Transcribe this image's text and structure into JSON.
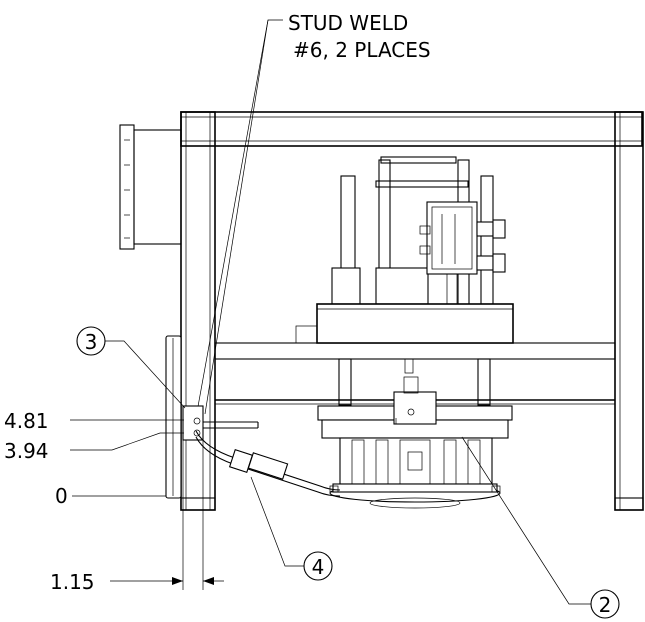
{
  "callouts": {
    "note_line1": "STUD WELD",
    "note_line2": "#6, 2 PLACES",
    "balloons": [
      {
        "id": "3",
        "label": "3"
      },
      {
        "id": "4",
        "label": "4"
      },
      {
        "id": "2",
        "label": "2"
      }
    ]
  },
  "dimensions": {
    "ordinate": [
      "4.81",
      "3.94",
      "0"
    ],
    "horizontal": "1.15"
  },
  "colors": {
    "line": "#000000",
    "background": "#ffffff"
  }
}
